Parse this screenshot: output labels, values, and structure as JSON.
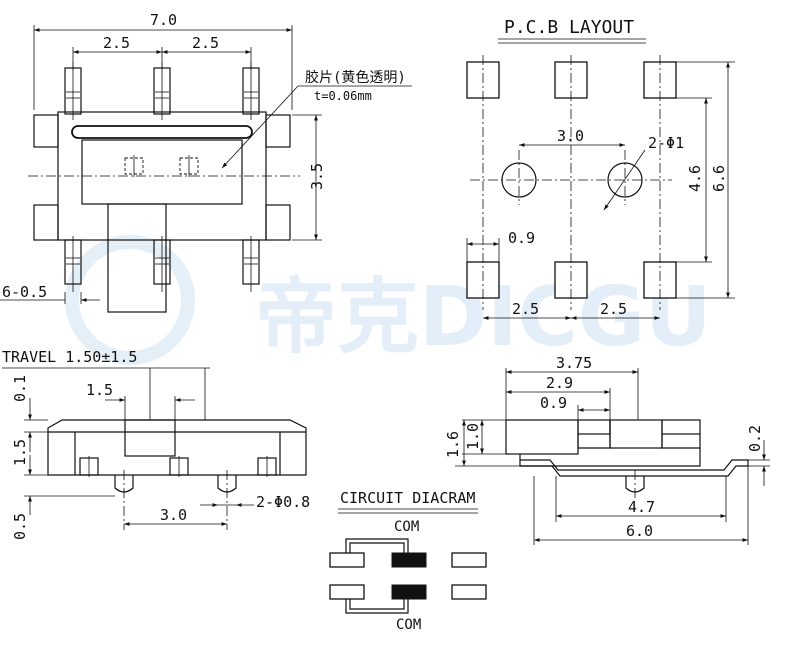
{
  "watermark": {
    "text": "帝克DICGU",
    "color": "#cfe1f3"
  },
  "top_view": {
    "dim_overall": "7.0",
    "dim_pitch_left": "2.5",
    "dim_pitch_right": "2.5",
    "dim_height": "3.5",
    "dim_pin": "6-0.5",
    "film_label": "胶片(黄色透明)",
    "film_thickness": "t=0.06mm"
  },
  "pcb_layout": {
    "title": "P.C.B LAYOUT",
    "dim_hole_spacing": "3.0",
    "dim_holes": "2-Φ1",
    "dim_inner_height": "4.6",
    "dim_outer_height": "6.6",
    "dim_pad_width": "0.9",
    "dim_pitch_left": "2.5",
    "dim_pitch_right": "2.5"
  },
  "front_view": {
    "travel": "TRAVEL 1.50±1.5",
    "dim_actuator": "1.5",
    "dim_01": "0.1",
    "dim_15": "1.5",
    "dim_05": "0.5",
    "dim_peg_spacing": "3.0",
    "dim_pegs": "2-Φ0.8"
  },
  "side_view": {
    "dim_375": "3.75",
    "dim_29": "2.9",
    "dim_09": "0.9",
    "dim_10": "1.0",
    "dim_16": "1.6",
    "dim_02": "0.2",
    "dim_47": "4.7",
    "dim_60": "6.0"
  },
  "circuit": {
    "title": "CIRCUIT DIACRAM",
    "com_top": "COM",
    "com_bottom": "COM"
  }
}
